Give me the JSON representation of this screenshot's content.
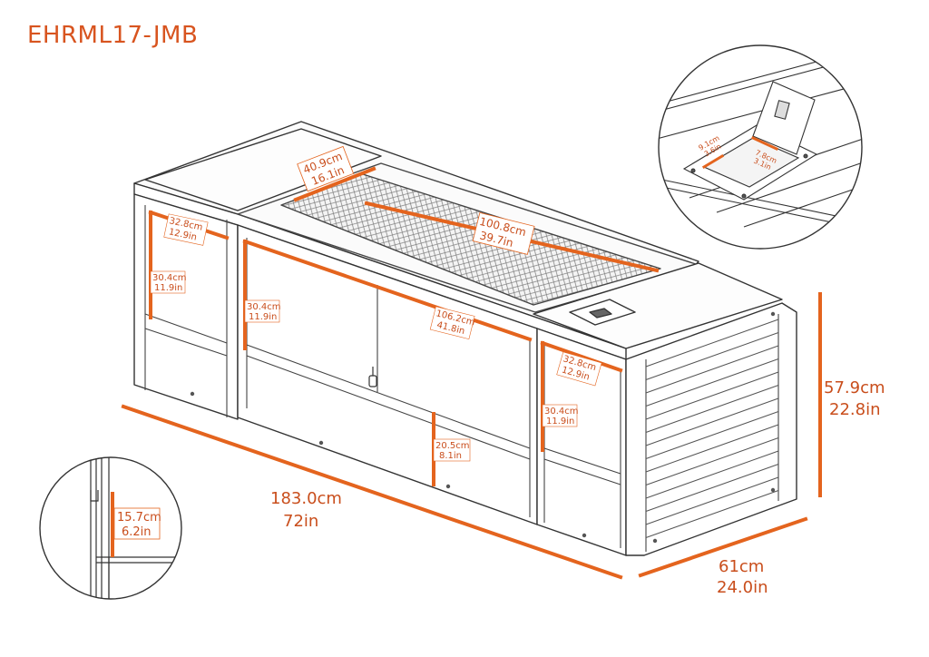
{
  "model": "EHRML17-JMB",
  "accent_color": "#e4641e",
  "dimensions": {
    "overall_length": {
      "cm": "183.0cm",
      "in": "72in"
    },
    "depth": {
      "cm": "61cm",
      "in": "24.0in"
    },
    "height": {
      "cm": "57.9cm",
      "in": "22.8in"
    },
    "burner_width": {
      "cm": "40.9cm",
      "in": "16.1in"
    },
    "burner_length": {
      "cm": "100.8cm",
      "in": "39.7in"
    },
    "front_door_width": {
      "cm": "106.2cm",
      "in": "41.8in"
    },
    "front_door_height": {
      "cm": "30.4cm",
      "in": "11.9in"
    },
    "left_door_width": {
      "cm": "32.8cm",
      "in": "12.9in"
    },
    "left_door_height": {
      "cm": "30.4cm",
      "in": "11.9in"
    },
    "right_door_width": {
      "cm": "32.8cm",
      "in": "12.9in"
    },
    "right_door_height": {
      "cm": "30.4cm",
      "in": "11.9in"
    },
    "base_height": {
      "cm": "20.5cm",
      "in": "8.1in"
    },
    "leg_height": {
      "cm": "15.7cm",
      "in": "6.2in"
    },
    "control_depth": {
      "cm": "9.1cm",
      "in": "3.6in"
    },
    "control_width": {
      "cm": "7.8cm",
      "in": "3.1in"
    }
  }
}
